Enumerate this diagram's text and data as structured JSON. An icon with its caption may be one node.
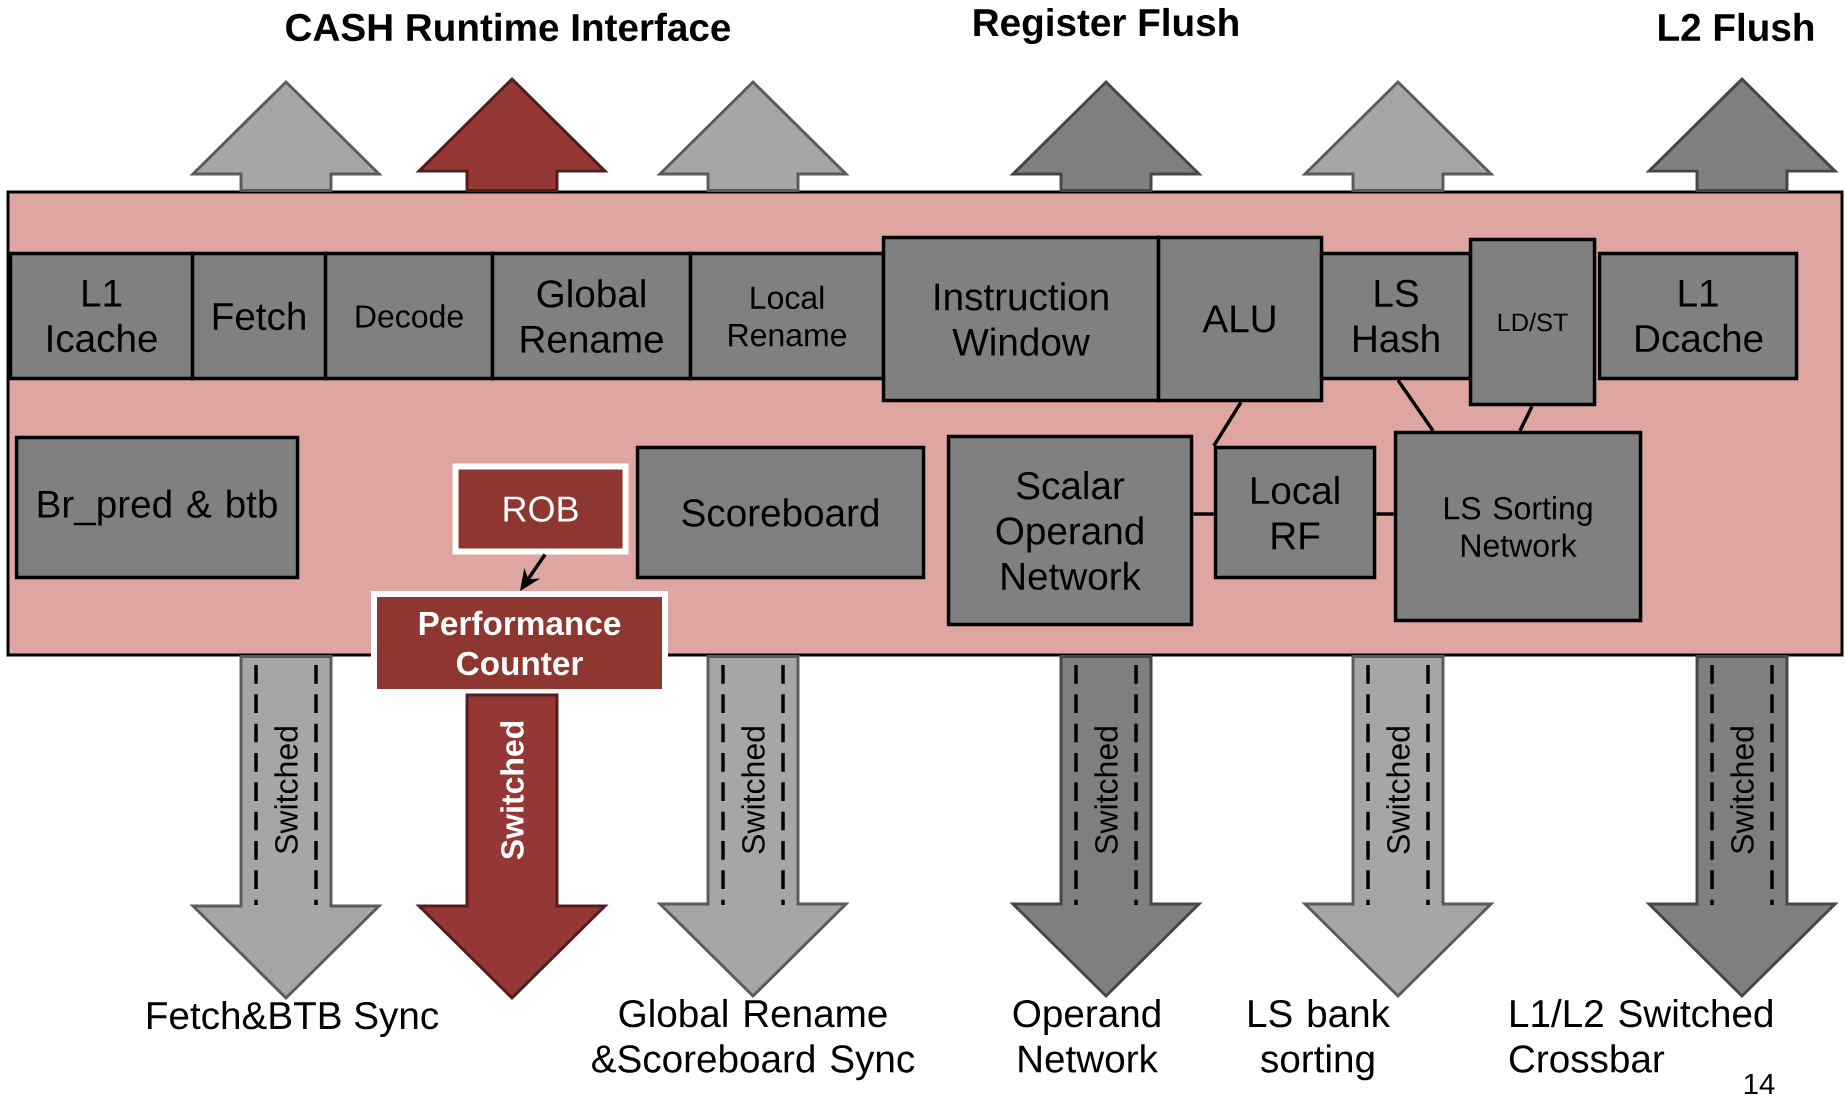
{
  "diagram": {
    "nodes": [
      {
        "text": [],
        "shape": "box"
      },
      {
        "text": [
          "L1 Icache"
        ],
        "in": 0
      },
      {
        "text": [
          "Fetch"
        ],
        "in": 0
      },
      {
        "text": [
          "Decode"
        ],
        "in": 0
      },
      {
        "text": [
          "Global Rename"
        ],
        "in": 0
      },
      {
        "text": [
          "Local Rename"
        ],
        "in": 0
      },
      {
        "text": [
          "Instruction Window"
        ],
        "in": 0
      },
      {
        "text": [
          "ALU"
        ],
        "in": 0
      },
      {
        "text": [
          "LS Hash"
        ],
        "in": 0
      },
      {
        "text": [
          "LD/ST"
        ],
        "in": 0
      },
      {
        "text": [
          "L1 Dcache"
        ],
        "in": 0
      },
      {
        "text": [
          "Br_pred & btb"
        ],
        "in": 0
      },
      {
        "text": [
          "ROB"
        ],
        "in": 0
      },
      {
        "text": [
          "Performance Counter"
        ]
      },
      {
        "text": [
          "Scoreboard"
        ],
        "in": 0
      },
      {
        "text": [
          "Scalar Operand Network"
        ],
        "in": 0
      },
      {
        "text": [
          "Local RF"
        ],
        "in": 0
      },
      {
        "text": [
          "LS Sorting Network"
        ],
        "in": 0
      },
      {
        "text": [
          "CASH Runtime Interface"
        ]
      },
      {
        "text": [
          "Register Flush"
        ]
      },
      {
        "text": [
          "L2 Flush"
        ]
      },
      {
        "text": [
          "Fetch&BTB Sync"
        ]
      },
      {
        "text": [
          "Global Rename &Scoreboard Sync"
        ]
      },
      {
        "text": [
          "Operand Network"
        ]
      },
      {
        "text": [
          "LS bank sorting"
        ]
      },
      {
        "text": [
          "L1/L2 Switched Crossbar"
        ]
      }
    ],
    "edges": [
      {
        "from": 12,
        "to": 13,
        "arrow": "to"
      },
      {
        "from": 7,
        "to": 16,
        "arrow": "none"
      },
      {
        "from": 15,
        "to": 16,
        "arrow": "none"
      },
      {
        "from": 16,
        "to": 17,
        "arrow": "none"
      },
      {
        "from": 8,
        "to": 17,
        "arrow": "none"
      },
      {
        "from": 9,
        "to": 17,
        "arrow": "none"
      },
      {
        "from": 0,
        "to": null,
        "arrow": "to",
        "style": "thick",
        "color": "#a6a6a6"
      },
      {
        "from": 0,
        "to": 18,
        "arrow": "to",
        "style": "thick",
        "color": "#953735"
      },
      {
        "from": 0,
        "to": null,
        "arrow": "to",
        "style": "thick",
        "color": "#a6a6a6"
      },
      {
        "from": 0,
        "to": 19,
        "arrow": "to",
        "style": "thick",
        "color": "#7f7f7f"
      },
      {
        "from": 0,
        "to": null,
        "arrow": "to",
        "style": "thick",
        "color": "#a6a6a6"
      },
      {
        "from": 0,
        "to": 20,
        "arrow": "to",
        "style": "thick",
        "color": "#7f7f7f"
      },
      {
        "from": 0,
        "to": 21,
        "arrow": "to",
        "label": "Switched",
        "style": "thick",
        "color": "#a6a6a6"
      },
      {
        "from": 13,
        "to": null,
        "arrow": "to",
        "label": "Switched",
        "style": "thick",
        "color": "#953735"
      },
      {
        "from": 0,
        "to": 22,
        "arrow": "to",
        "label": "Switched",
        "style": "thick",
        "color": "#a6a6a6"
      },
      {
        "from": 0,
        "to": 23,
        "arrow": "to",
        "label": "Switched",
        "style": "thick",
        "color": "#7f7f7f"
      },
      {
        "from": 0,
        "to": 24,
        "arrow": "to",
        "label": "Switched",
        "style": "thick",
        "color": "#a6a6a6"
      },
      {
        "from": 0,
        "to": 25,
        "arrow": "to",
        "label": "Switched",
        "style": "thick",
        "color": "#7f7f7f"
      }
    ],
    "labels": [
      "14"
    ]
  }
}
